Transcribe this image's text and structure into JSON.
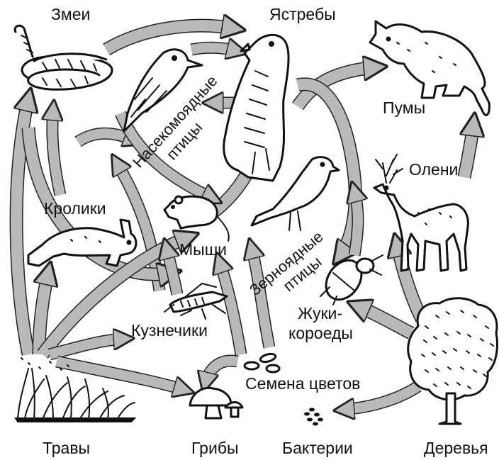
{
  "organisms": {
    "snakes": "Змеи",
    "hawks": "Ястребы",
    "pumas": "Пумы",
    "insectivorous_birds": "Насекомоядные птицы",
    "deer": "Олени",
    "rabbits": "Кролики",
    "mice": "Мыши",
    "granivorous_birds": "Зерноядные птицы",
    "bark_beetles": "Жуки-короеды",
    "grasshoppers": "Кузнечики",
    "flower_seeds": "Семена цветов",
    "grasses": "Травы",
    "mushrooms": "Грибы",
    "bacteria": "Бактерии",
    "trees": "Деревья"
  },
  "label_lines": {
    "insectivorous_birds": [
      "Насекомоядные",
      "птицы"
    ],
    "granivorous_birds": [
      "Зерноядные",
      "птицы"
    ],
    "bark_beetles": [
      "Жуки-",
      "короеды"
    ]
  },
  "colors": {
    "arrow_fill": "#b9b9b9",
    "ink": "#111111",
    "background": "#ffffff"
  }
}
